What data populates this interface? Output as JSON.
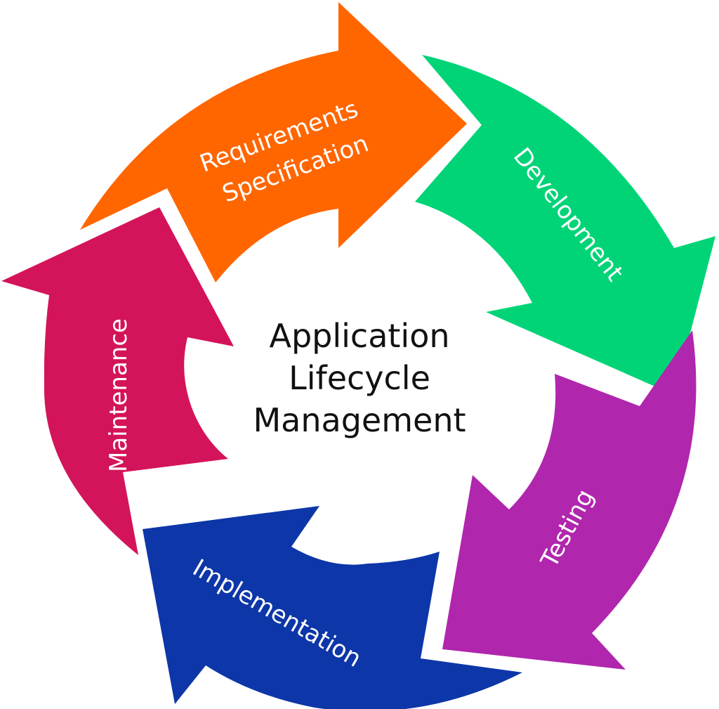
{
  "diagram": {
    "type": "cycle",
    "title": {
      "line1": "Application",
      "line2": "Lifecycle",
      "line3": "Management"
    },
    "stages": [
      {
        "id": "requirements",
        "line1": "Requirements",
        "line2": "Specification",
        "color": "#ff6600"
      },
      {
        "id": "development",
        "label": "Development",
        "color": "#00d477"
      },
      {
        "id": "testing",
        "label": "Testing",
        "color": "#b026ad"
      },
      {
        "id": "implementation",
        "label": "Implementation",
        "color": "#0d36a8"
      },
      {
        "id": "maintenance",
        "label": "Maintenance",
        "color": "#d4145a"
      }
    ]
  }
}
